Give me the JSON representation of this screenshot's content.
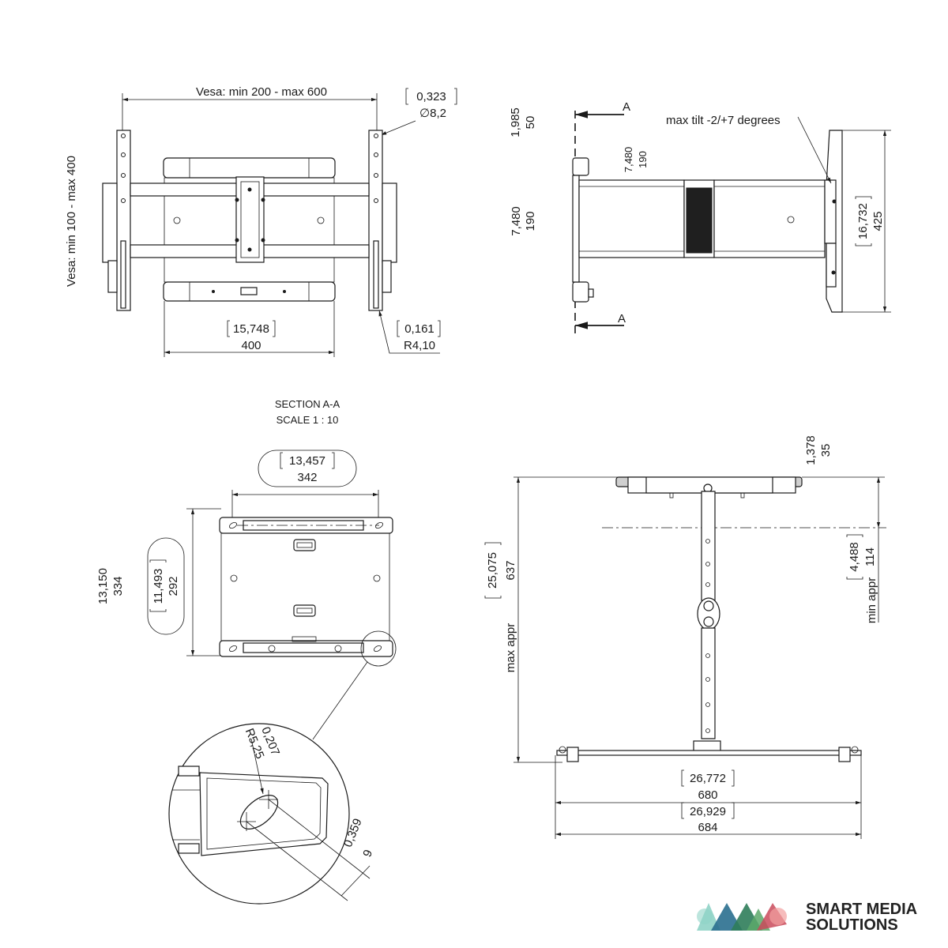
{
  "front_view": {
    "vesa_horizontal": "Vesa: min 200 - max 600",
    "vesa_vertical": "Vesa: min 100 - max 400",
    "hole_inch": "0,323",
    "hole_mm": "∅8,2",
    "width_inch": "15,748",
    "width_mm": "400",
    "radius_inch": "0,161",
    "radius_mm": "R4,10"
  },
  "side_view": {
    "section_marker": "A",
    "top_offset_inch": "1,985",
    "top_offset_mm": "50",
    "depth_inch": "7,480",
    "depth_mm": "190",
    "height_inch": "7,480",
    "height_mm": "190",
    "tilt_note": "max tilt -2/+7 degrees",
    "plate_inch": "16,732",
    "plate_mm": "425"
  },
  "section_view": {
    "title": "SECTION A-A",
    "scale": "SCALE 1 : 10",
    "width_inch": "13,457",
    "width_mm": "342",
    "height_inch": "13,150",
    "height_mm": "334",
    "inner_inch": "11,493",
    "inner_mm": "292",
    "detail_radius_inch": "0,207",
    "detail_radius_mm": "R5,25",
    "detail_slot_inch": "0,359",
    "detail_slot_mm": "9"
  },
  "top_view": {
    "wall_depth_inch": "1,378",
    "wall_depth_mm": "35",
    "min_offset_inch": "4,488",
    "min_offset_mm": "114",
    "min_label": "min appr",
    "max_reach_inch": "25,075",
    "max_reach_mm": "637",
    "max_label": "max appr",
    "inner_width_inch": "26,772",
    "inner_width_mm": "680",
    "outer_width_inch": "26,929",
    "outer_width_mm": "684"
  },
  "brand": {
    "line1": "SMART MEDIA",
    "line2": "SOLUTIONS",
    "colors": [
      "#8fd3c7",
      "#2a6f8f",
      "#2f7d5a",
      "#5aa86a",
      "#c94a5a",
      "#f2a0a0"
    ]
  }
}
